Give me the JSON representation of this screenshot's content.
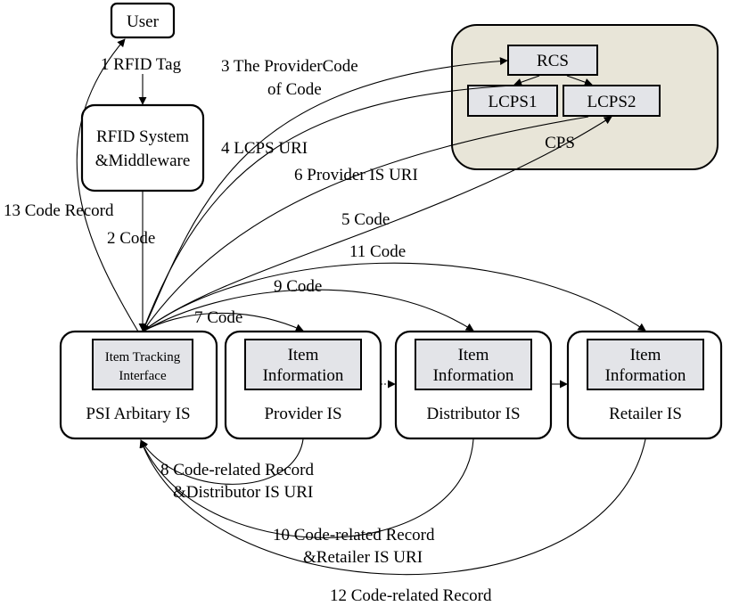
{
  "nodes": {
    "user": "User",
    "rfid_line1": "RFID System",
    "rfid_line2": "&Middleware",
    "rcs": "RCS",
    "lcps1": "LCPS1",
    "lcps2": "LCPS2",
    "cps": "CPS",
    "item_tracking_line1": "Item Tracking",
    "item_tracking_line2": "Interface",
    "psi": "PSI Arbitary IS",
    "item_info_line1": "Item",
    "item_info_line2": "Information",
    "provider": "Provider IS",
    "distributor": "Distributor IS",
    "retailer": "Retailer IS"
  },
  "flows": {
    "f1": "1 RFID Tag",
    "f2": "2 Code",
    "f3_line1": "3 The ProviderCode",
    "f3_line2": "of Code",
    "f4": "4 LCPS URI",
    "f5": "5 Code",
    "f6": "6 Provider IS URI",
    "f7": "7  Code",
    "f8_line1": "8 Code-related Record",
    "f8_line2": "&Distributor IS URI",
    "f9": "9  Code",
    "f10_line1": "10 Code-related Record",
    "f10_line2": "&Retailer IS URI",
    "f11": "11  Code",
    "f12": "12 Code-related Record",
    "f13": "13 Code Record"
  }
}
